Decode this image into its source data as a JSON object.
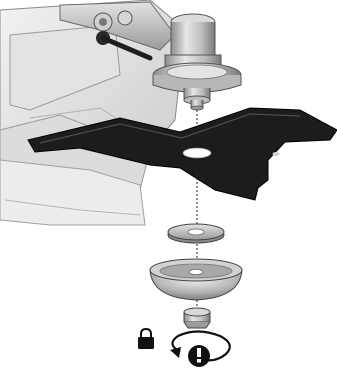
{
  "diagram": {
    "type": "exploded-assembly",
    "parts": [
      {
        "id": "trimmer-housing"
      },
      {
        "id": "gear-head"
      },
      {
        "id": "drive-shaft"
      },
      {
        "id": "cutting-blade"
      },
      {
        "id": "thrust-washer"
      },
      {
        "id": "blade-cup"
      },
      {
        "id": "retaining-nut"
      }
    ],
    "instruction_icons": [
      "padlock-icon",
      "rotate-arrow-icon",
      "warning-icon"
    ],
    "colors": {
      "blade": "#1a1a1a",
      "metal_light": "#d9d9d9",
      "metal_mid": "#b3b3b3",
      "metal_dark": "#7f7f7f",
      "housing_light": "#e8e8e8",
      "housing_shade": "#cfcfcf",
      "outline": "#4a4a4a"
    }
  }
}
